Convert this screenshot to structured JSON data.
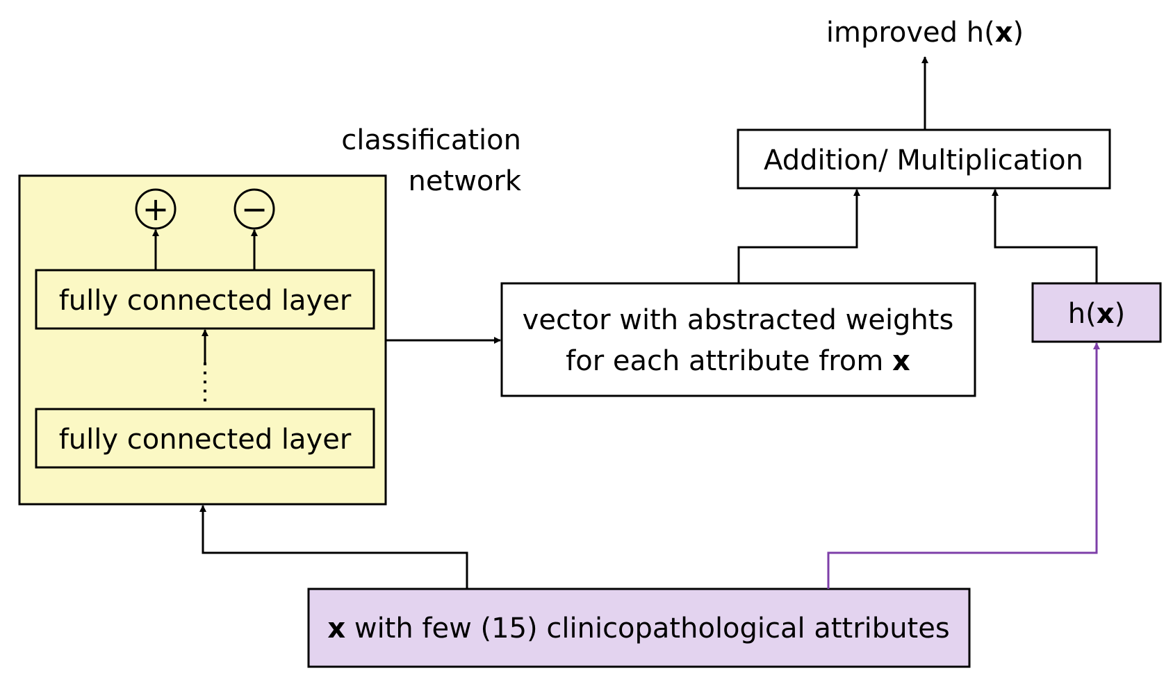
{
  "colors": {
    "network_fill": "#fbf8c4",
    "input_fill": "#e3d3ef",
    "h_edge": "#7d3fa8",
    "line": "#000000",
    "white": "#ffffff"
  },
  "labels": {
    "output_pre": "improved h(",
    "output_x": "x",
    "output_post": ")",
    "network_title_line1": "classification",
    "network_title_line2": "network",
    "combine": "Addition/ Multiplication",
    "fc_top": "fully connected layer",
    "fc_bottom": "fully connected layer",
    "plus_symbol": "+",
    "minus_symbol": "−",
    "weights_line1": "vector with abstracted weights",
    "weights_line2_pre": "for each attribute from ",
    "weights_line2_x": "x",
    "h_pre": "h(",
    "h_x": "x",
    "h_post": ")",
    "input_x": "x",
    "input_rest": " with few (15) clinicopathological attributes"
  }
}
